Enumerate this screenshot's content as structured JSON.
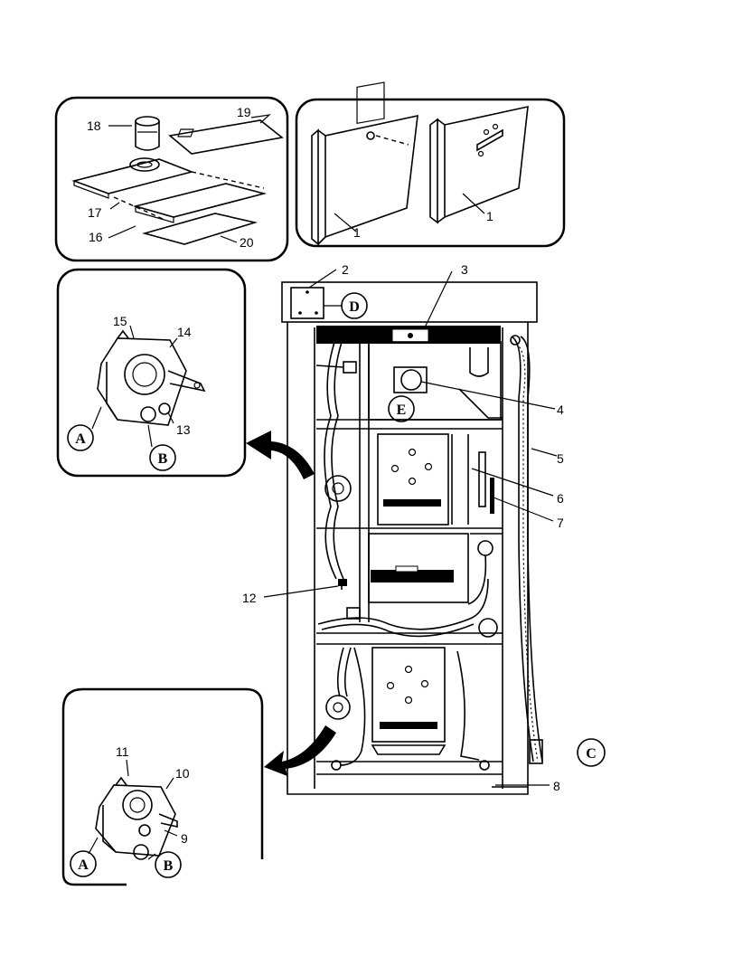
{
  "callouts": {
    "n1": "1",
    "n2": "2",
    "n3": "3",
    "n4": "4",
    "n5": "5",
    "n6": "6",
    "n7": "7",
    "n8": "8",
    "n9": "9",
    "n10": "10",
    "n11": "11",
    "n12": "12",
    "n13": "13",
    "n14": "14",
    "n15": "15",
    "n16": "16",
    "n17": "17",
    "n18": "18",
    "n19": "19",
    "n20": "20"
  },
  "letters": {
    "a": "A",
    "b": "B",
    "c": "C",
    "d": "D",
    "e": "E"
  }
}
